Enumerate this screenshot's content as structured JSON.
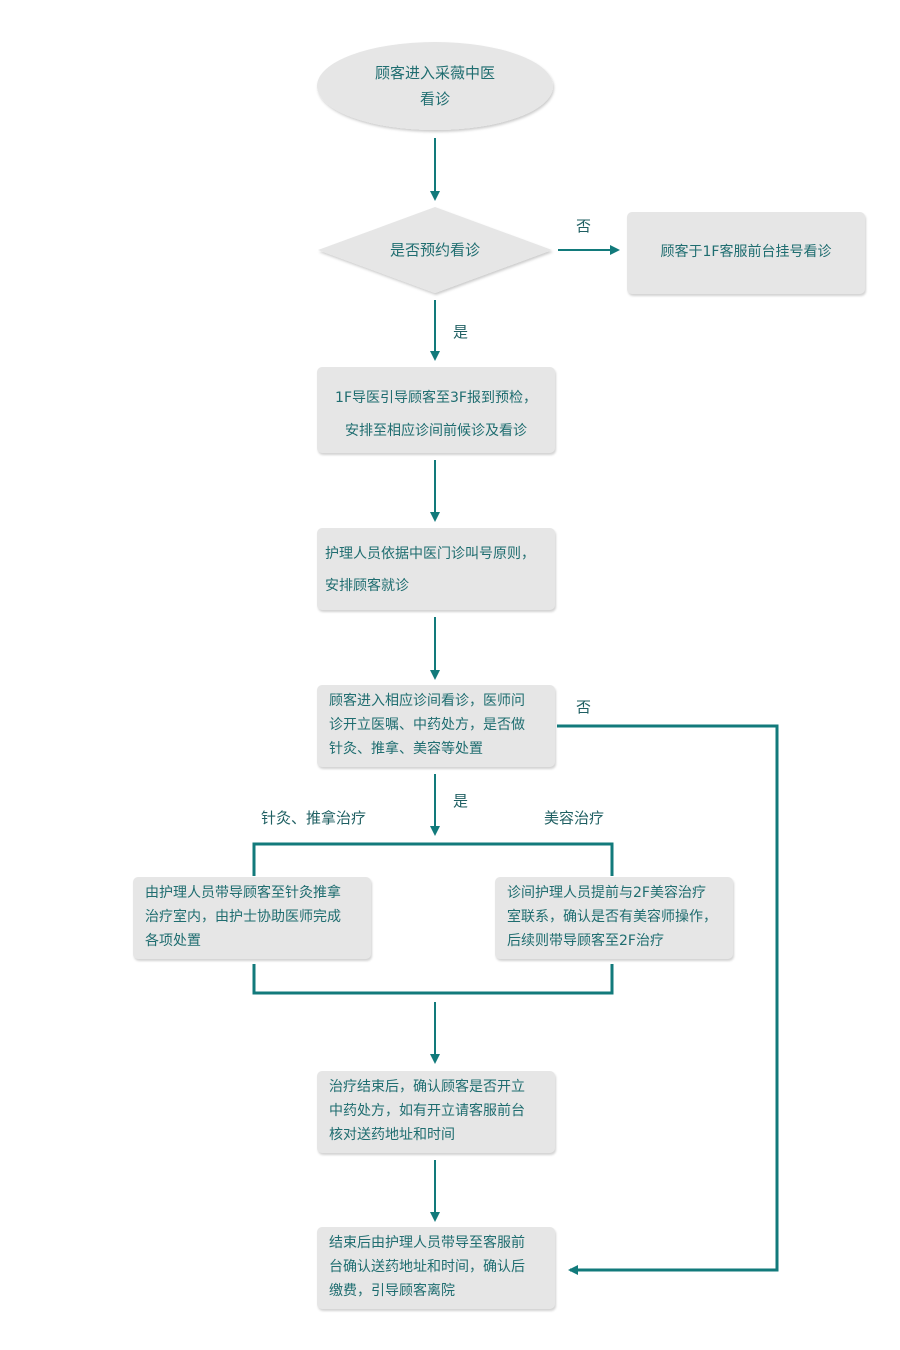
{
  "colors": {
    "line": "#127a7b",
    "box": "#e6e6e6",
    "text": "#1f6d70"
  },
  "nodes": {
    "start": "顾客进入采薇中医\n看诊",
    "decision": "是否预约看诊",
    "register": "顾客于1F客服前台挂号看诊",
    "step1": "1F导医引导顾客至3F报到预检，\n安排至相应诊间前候诊及看诊",
    "step2": "护理人员依据中医门诊叫号原则，\n安排顾客就诊",
    "step3": "顾客进入相应诊间看诊，医师问\n诊开立医嘱、中药处方，是否做\n针灸、推拿、美容等处置",
    "left_treat": "由护理人员带导顾客至针灸推拿\n治疗室内，由护士协助医师完成\n各项处置",
    "right_treat": "诊间护理人员提前与2F美容治疗\n室联系，确认是否有美容师操作，\n后续则带导顾客至2F治疗",
    "step4": "治疗结束后，确认顾客是否开立\n中药处方，如有开立请客服前台\n核对送药地址和时间",
    "end": "结束后由护理人员带导至客服前\n台确认送药地址和时间，确认后\n缴费，引导顾客离院"
  },
  "labels": {
    "no1": "否",
    "yes1": "是",
    "no2": "否",
    "yes2": "是",
    "branch_left": "针灸、推拿治疗",
    "branch_right": "美容治疗"
  }
}
